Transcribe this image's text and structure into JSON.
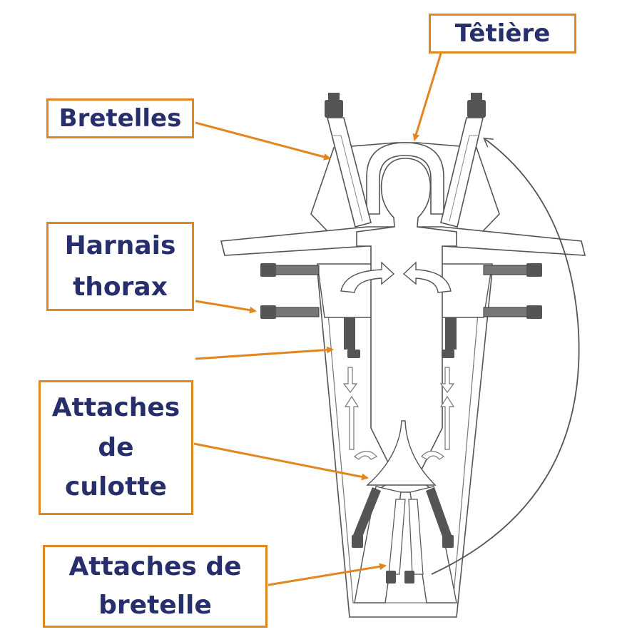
{
  "labels": {
    "tetiere": "Têtière",
    "bretelles": "Bretelles",
    "harnais": "Harnais\nthorax",
    "culotte": "Attaches\nde\nculotte",
    "attaches_bretelle": "Attaches de\nbretelle"
  },
  "colors": {
    "callout_border": "#e2861f",
    "arrow": "#e2861f",
    "label_text": "#262f6b",
    "outline": "#555555",
    "strap": "#5a5a5a"
  },
  "icons": {
    "buckle": "buckle-icon",
    "motion_arrow": "curved-arrow-icon"
  }
}
